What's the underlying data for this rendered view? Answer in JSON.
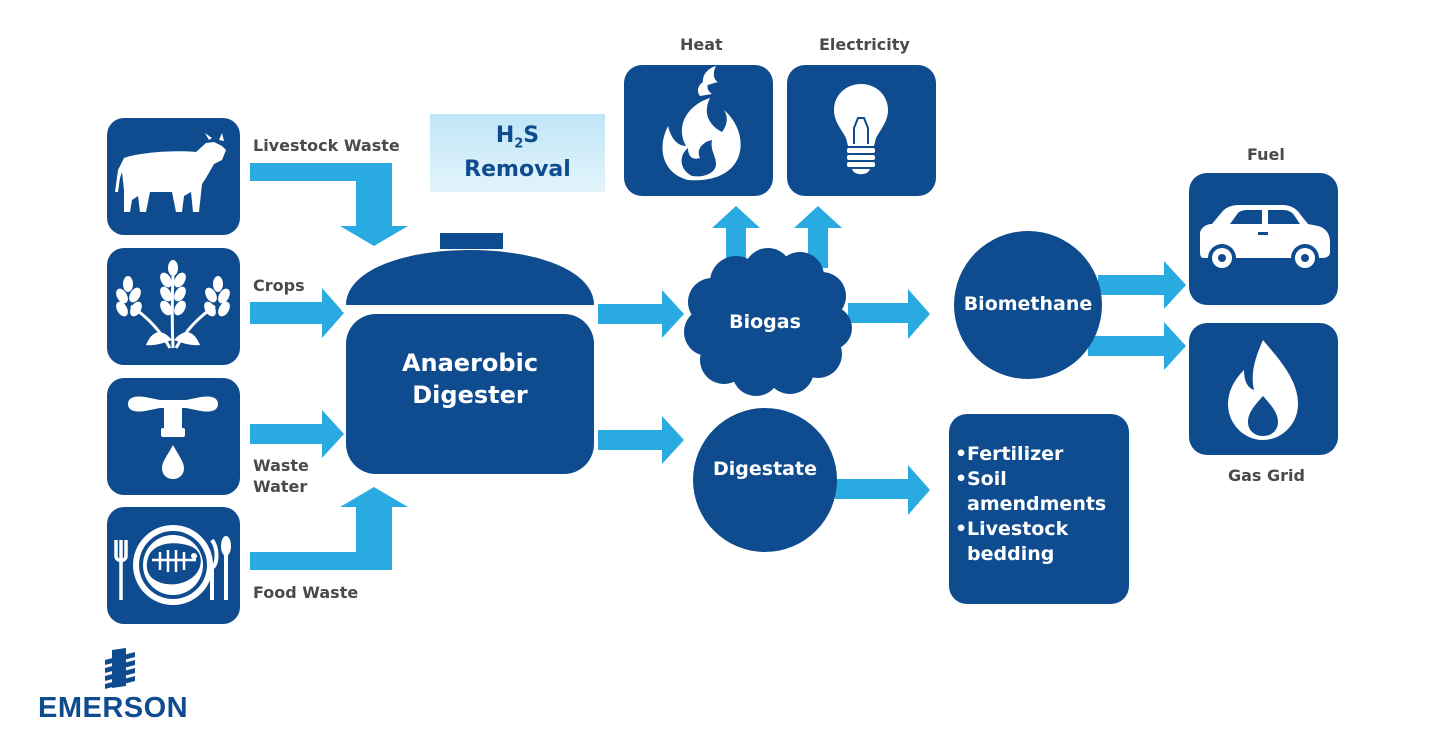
{
  "inputs": {
    "livestock": "Livestock Waste",
    "crops": "Crops",
    "waste_water_line1": "Waste",
    "waste_water_line2": "Water",
    "food": "Food Waste"
  },
  "h2s": {
    "main": "H",
    "sub": "2",
    "tail": "S",
    "line2": "Removal"
  },
  "digester": {
    "line1": "Anaerobic",
    "line2": "Digester"
  },
  "biogas": "Biogas",
  "digestate": "Digestate",
  "outputs": {
    "heat": "Heat",
    "electricity": "Electricity",
    "fuel": "Fuel",
    "gas_grid": "Gas Grid"
  },
  "biomethane": "Biomethane",
  "uses": {
    "bullet": "•",
    "fertilizer": "Fertilizer",
    "soil_line1": "Soil",
    "soil_line2": "amendments",
    "bedding_line1": "Livestock",
    "bedding_line2": "bedding"
  },
  "logo": "EMERSON",
  "colors": {
    "tile": "#0f4c8f",
    "arrow": "#29abe2",
    "label": "#4a4a4a"
  },
  "icons": [
    "cow-icon",
    "wheat-icon",
    "faucet-icon",
    "plate-icon",
    "flame-icon",
    "lightbulb-icon",
    "car-icon",
    "gas-flame-icon",
    "emerson-logo-icon"
  ]
}
